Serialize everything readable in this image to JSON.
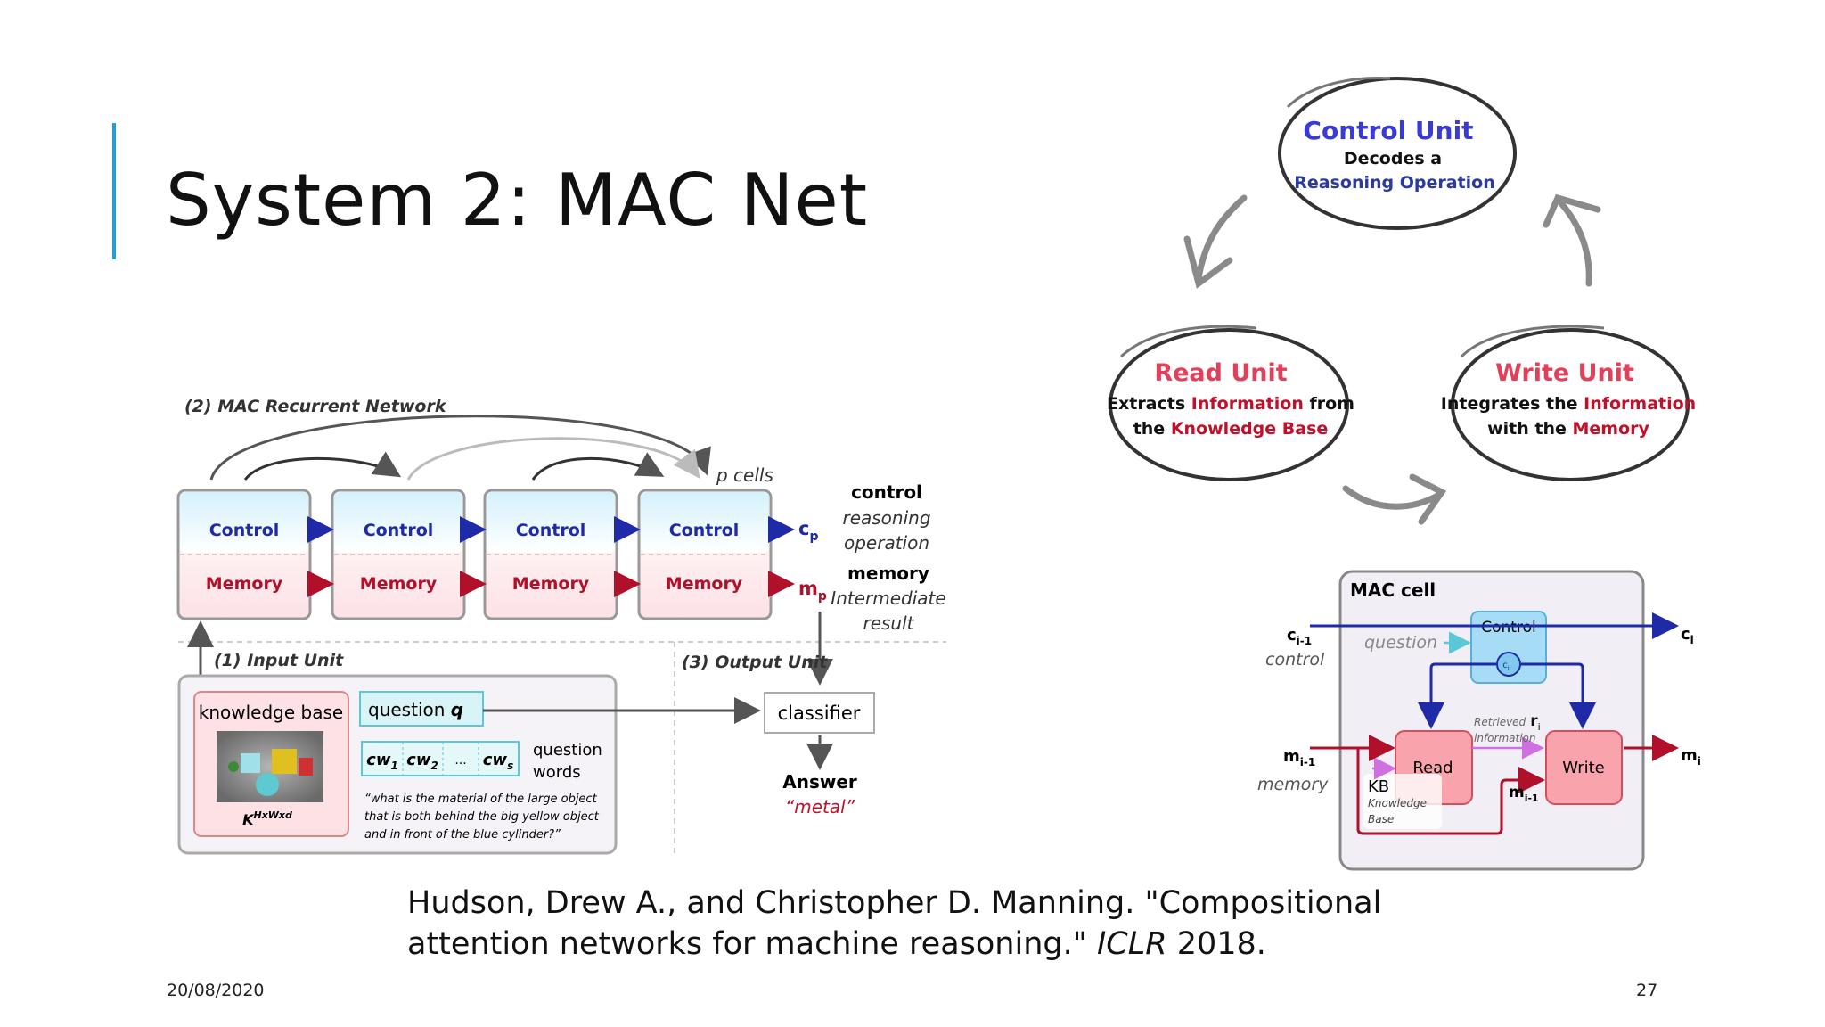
{
  "slide": {
    "title": "System 2: MAC Net",
    "citation_authors": "Hudson, Drew A., and Christopher D. Manning. \"Compositional attention networks for machine reasoning.\" ",
    "citation_venue": "ICLR",
    "citation_year": " 2018.",
    "date": "20/08/2020",
    "page_number": "27",
    "accent_color": "#2b9bd6"
  },
  "left_diagram": {
    "recurrent_label": "(2) MAC Recurrent Network",
    "p_cells_label": "p cells",
    "cells": [
      {
        "control": "Control",
        "memory": "Memory"
      },
      {
        "control": "Control",
        "memory": "Memory"
      },
      {
        "control": "Control",
        "memory": "Memory"
      },
      {
        "control": "Control",
        "memory": "Memory"
      }
    ],
    "cp_label": "c",
    "cp_sub": "p",
    "mp_label": "m",
    "mp_sub": "p",
    "control_legend": {
      "title": "control",
      "line1": "reasoning",
      "line2": "operation"
    },
    "memory_legend": {
      "title": "memory",
      "line1": "Intermediate",
      "line2": "result"
    },
    "input_unit_label": "(1) Input Unit",
    "output_unit_label": "(3) Output Unit",
    "knowledge_base_label": "knowledge base",
    "kb_dims": "K",
    "kb_dims_sup": "HxWxd",
    "question_label": "question ",
    "question_var": "q",
    "question_words_label_1": "question",
    "question_words_label_2": "words",
    "words": [
      "cw",
      "cw",
      "...",
      "cw"
    ],
    "word_subs": [
      "1",
      "2",
      "",
      "s"
    ],
    "question_text_1": "“what is the material of the large object",
    "question_text_2": "that is both behind the big yellow object",
    "question_text_3": "and in front of the blue cylinder?”",
    "classifier_label": "classifier",
    "answer_label": "Answer",
    "answer_value": "“metal”",
    "colors": {
      "control": "#1e2aa8",
      "memory": "#b0102a"
    }
  },
  "cycle_diagram": {
    "control_unit": {
      "title": "Control Unit",
      "line1": "Decodes a",
      "line2": "Reasoning Operation"
    },
    "read_unit": {
      "title": "Read Unit",
      "line1a": "Extracts ",
      "line1b": "Information",
      "line1c": " from",
      "line2a": "the ",
      "line2b": "Knowledge Base"
    },
    "write_unit": {
      "title": "Write Unit",
      "line1a": "Integrates the ",
      "line1b": "Information",
      "line2a": "with the ",
      "line2b": "Memory"
    }
  },
  "mac_cell": {
    "title": "MAC cell",
    "control_label": "Control",
    "ci_label": "c",
    "ci_sub": "i",
    "ci_in": "c",
    "ci_in_sub": "i-1",
    "control_word": "control",
    "question_word": "question",
    "read_label": "Read",
    "write_label": "Write",
    "retrieved_1": "Retrieved",
    "retrieved_r": "r",
    "retrieved_r_sub": "i",
    "retrieved_2": "information",
    "mi_in": "m",
    "mi_in_sub": "i-1",
    "memory_word": "memory",
    "mi_out": "m",
    "mi_out_sub": "i",
    "mi_inner": "m",
    "mi_inner_sub": "i-1",
    "kb_label": "KB",
    "kb_full_1": "Knowledge",
    "kb_full_2": "Base",
    "ci_out": "c",
    "ci_out_sub": "i"
  }
}
